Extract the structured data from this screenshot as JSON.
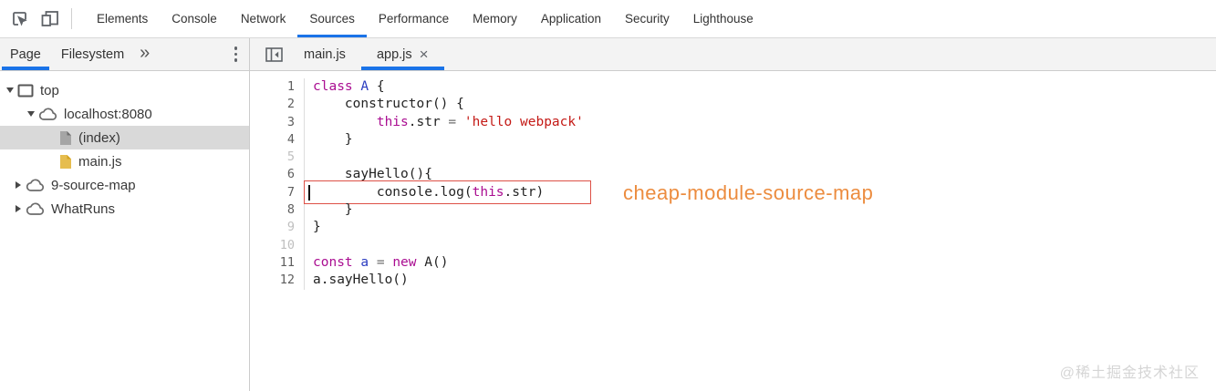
{
  "colors": {
    "accent": "#1a73e8",
    "selection_bg": "#d9d9d9",
    "keyword": "#aa0d91",
    "definition": "#2a3cc0",
    "string": "#c41a16",
    "operator": "#6e6e6e",
    "plain_code": "#232323",
    "annotation_orange": "#ec8c3f",
    "highlight_box_red": "#dd5046",
    "watermark_gray": "#d5d5d5"
  },
  "toolbar": {
    "icons": [
      {
        "name": "inspect-element-icon"
      },
      {
        "name": "toggle-device-toolbar-icon"
      }
    ],
    "tabs": [
      {
        "label": "Elements",
        "active": false
      },
      {
        "label": "Console",
        "active": false
      },
      {
        "label": "Network",
        "active": false
      },
      {
        "label": "Sources",
        "active": true
      },
      {
        "label": "Performance",
        "active": false
      },
      {
        "label": "Memory",
        "active": false
      },
      {
        "label": "Application",
        "active": false
      },
      {
        "label": "Security",
        "active": false
      },
      {
        "label": "Lighthouse",
        "active": false
      }
    ]
  },
  "navigator": {
    "tabs": [
      {
        "label": "Page",
        "active": true
      },
      {
        "label": "Filesystem",
        "active": false
      }
    ],
    "more_tabs_icon": "»",
    "menu_icon": "kebab-menu-icon",
    "tree": [
      {
        "label": "top",
        "depth": 0,
        "state": "expanded",
        "icon": "frame",
        "selected": false
      },
      {
        "label": "localhost:8080",
        "depth": 1,
        "state": "expanded",
        "icon": "cloud",
        "selected": false
      },
      {
        "label": "(index)",
        "depth": 2,
        "state": "leaf",
        "icon": "file-gray",
        "selected": true
      },
      {
        "label": "main.js",
        "depth": 2,
        "state": "leaf",
        "icon": "file-yellow",
        "selected": false
      },
      {
        "label": "9-source-map",
        "depth": 0,
        "state": "collapsed",
        "icon": "cloud",
        "selected": false
      },
      {
        "label": "WhatRuns",
        "depth": 0,
        "state": "collapsed",
        "icon": "cloud",
        "selected": false
      }
    ]
  },
  "editor": {
    "collapse_icon": "hide-navigator-icon",
    "close_icon": "×",
    "tabs": [
      {
        "label": "main.js",
        "active": false,
        "closable": false
      },
      {
        "label": "app.js",
        "active": true,
        "closable": true
      }
    ],
    "code": {
      "highlight_line": 7,
      "cursor_line": 7,
      "lines": [
        {
          "num": 1,
          "dim": false,
          "tokens": [
            [
              "k",
              "class"
            ],
            [
              "p",
              " "
            ],
            [
              "d",
              "A"
            ],
            [
              "p",
              " {"
            ]
          ]
        },
        {
          "num": 2,
          "dim": false,
          "tokens": [
            [
              "p",
              "    constructor() {"
            ]
          ]
        },
        {
          "num": 3,
          "dim": false,
          "tokens": [
            [
              "p",
              "        "
            ],
            [
              "k",
              "this"
            ],
            [
              "p",
              ".str "
            ],
            [
              "o",
              "="
            ],
            [
              "p",
              " "
            ],
            [
              "s",
              "'hello webpack'"
            ]
          ]
        },
        {
          "num": 4,
          "dim": false,
          "tokens": [
            [
              "p",
              "    }"
            ]
          ]
        },
        {
          "num": 5,
          "dim": true,
          "tokens": []
        },
        {
          "num": 6,
          "dim": false,
          "tokens": [
            [
              "p",
              "    sayHello(){"
            ]
          ]
        },
        {
          "num": 7,
          "dim": false,
          "tokens": [
            [
              "p",
              "        console.log("
            ],
            [
              "k",
              "this"
            ],
            [
              "p",
              ".str)"
            ]
          ]
        },
        {
          "num": 8,
          "dim": false,
          "tokens": [
            [
              "p",
              "    }"
            ]
          ]
        },
        {
          "num": 9,
          "dim": true,
          "tokens": [
            [
              "p",
              "}"
            ]
          ]
        },
        {
          "num": 10,
          "dim": true,
          "tokens": []
        },
        {
          "num": 11,
          "dim": false,
          "tokens": [
            [
              "k",
              "const"
            ],
            [
              "p",
              " "
            ],
            [
              "d",
              "a"
            ],
            [
              "p",
              " "
            ],
            [
              "o",
              "="
            ],
            [
              "p",
              " "
            ],
            [
              "k",
              "new"
            ],
            [
              "p",
              " A()"
            ]
          ]
        },
        {
          "num": 12,
          "dim": false,
          "tokens": [
            [
              "p",
              "a.sayHello()"
            ]
          ]
        }
      ]
    },
    "annotation": {
      "text": "cheap-module-source-map"
    }
  },
  "watermark": "@稀土掘金技术社区"
}
